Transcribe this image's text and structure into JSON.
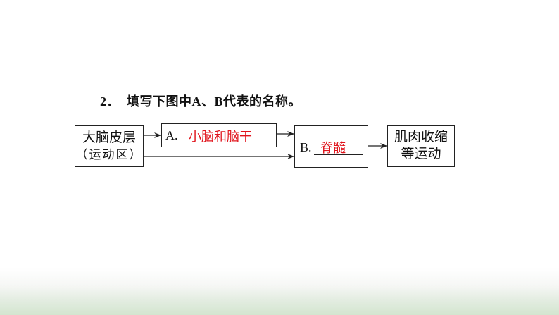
{
  "question": {
    "number": "2．",
    "text": "填写下图中A、B代表的名称。"
  },
  "diagram": {
    "nodes": {
      "cortex": {
        "line1": "大脑皮层",
        "line2": "（运动区）"
      },
      "a": {
        "label": "A.",
        "answer": "小脑和脑干"
      },
      "b": {
        "label": "B.",
        "answer": "脊髓"
      },
      "motor": {
        "line1": "肌肉收缩",
        "line2": "等运动"
      }
    },
    "edges": [
      {
        "from": "cortex",
        "to": "a"
      },
      {
        "from": "a",
        "to": "b"
      },
      {
        "from": "cortex",
        "to": "b"
      },
      {
        "from": "b",
        "to": "motor"
      }
    ],
    "colors": {
      "answer": "#e0141c",
      "line": "#222222",
      "footer_green": "#d3e5cf"
    }
  }
}
